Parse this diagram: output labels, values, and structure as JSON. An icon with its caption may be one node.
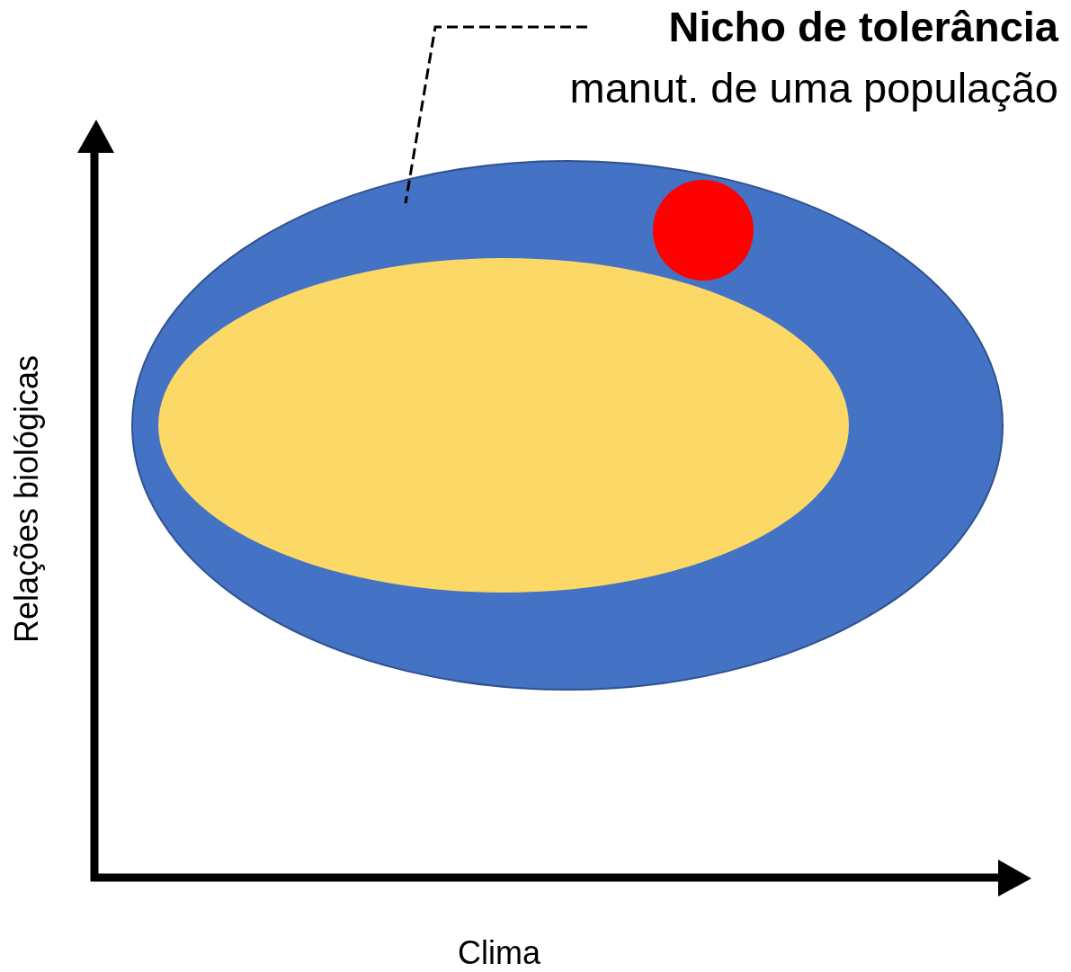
{
  "diagram": {
    "nodes": [
      {
        "text": [
          "Nicho de tolerância",
          "manut. de uma população"
        ]
      },
      {
        "text": [],
        "shape": "ellipse"
      },
      {
        "text": [],
        "shape": "circle",
        "in": 1
      },
      {
        "text": [],
        "shape": "ellipse",
        "in": 1
      }
    ],
    "edges": [
      {
        "from": 0,
        "to": 1,
        "arrow": "none",
        "style": "dashed"
      }
    ],
    "labels": [
      "Relações biológicas",
      "Clima"
    ]
  }
}
